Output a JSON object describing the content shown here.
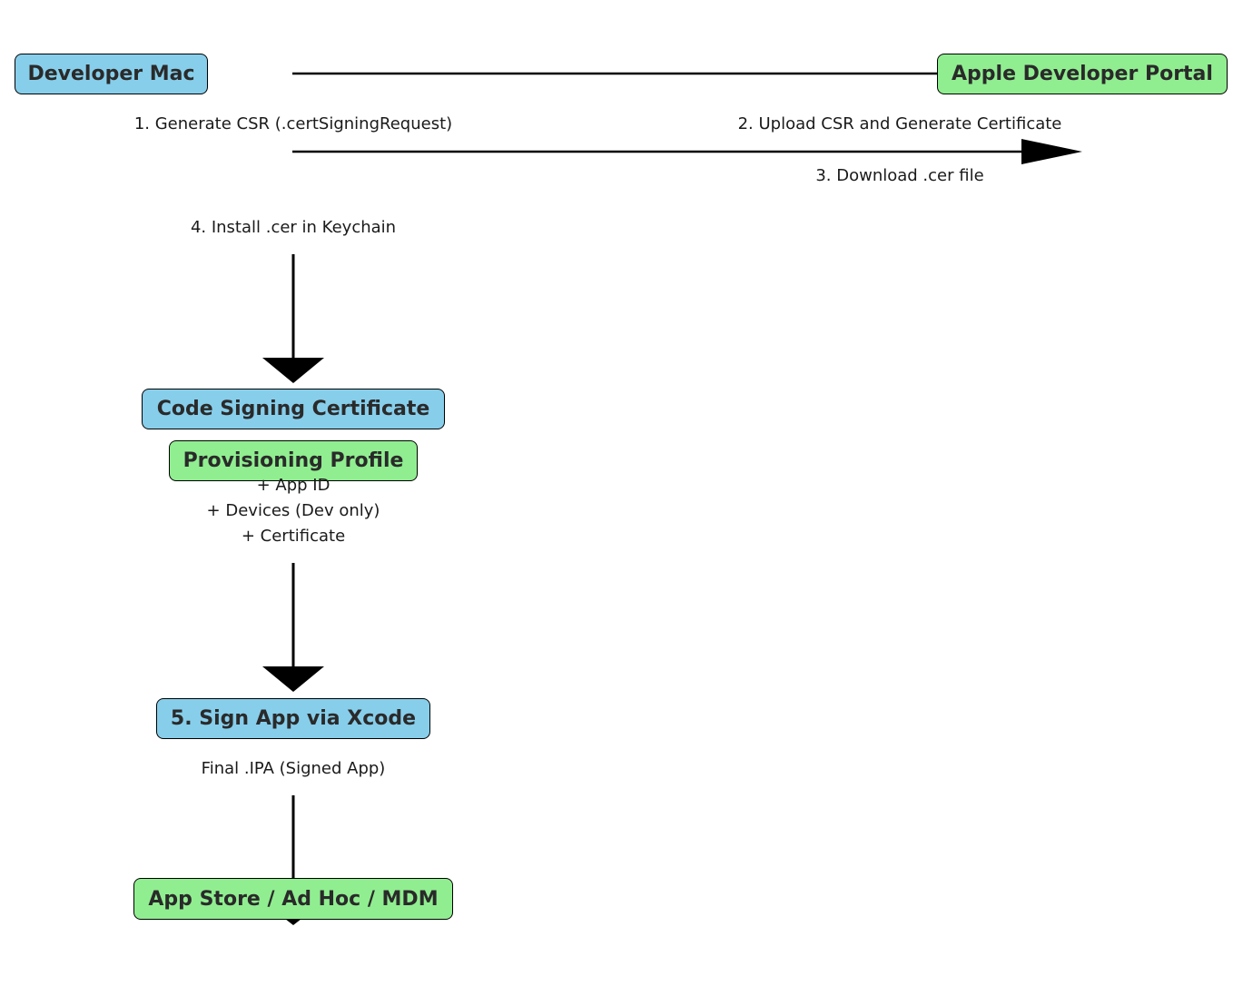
{
  "nodes": {
    "developer_mac": "Developer Mac",
    "apple_portal": "Apple Developer Portal",
    "code_signing_cert": "Code Signing Certificate",
    "provisioning_profile": "Provisioning Profile",
    "sign_app": "5. Sign App via Xcode",
    "distribution": "App Store / Ad Hoc / MDM"
  },
  "steps": {
    "generate_csr": "1. Generate CSR (.certSigningRequest)",
    "upload_csr": "2. Upload CSR and Generate Certificate",
    "download_cer": "3. Download .cer file",
    "install_cer": "4. Install .cer in Keychain",
    "final_ipa": "Final .IPA (Signed App)"
  },
  "profile_components": {
    "app_id": "+ App ID",
    "devices": "+ Devices (Dev only)",
    "certificate": "+ Certificate"
  },
  "colors": {
    "mac_side": "#87ceeb",
    "apple_side": "#90ee90",
    "arrow": "#000000"
  }
}
